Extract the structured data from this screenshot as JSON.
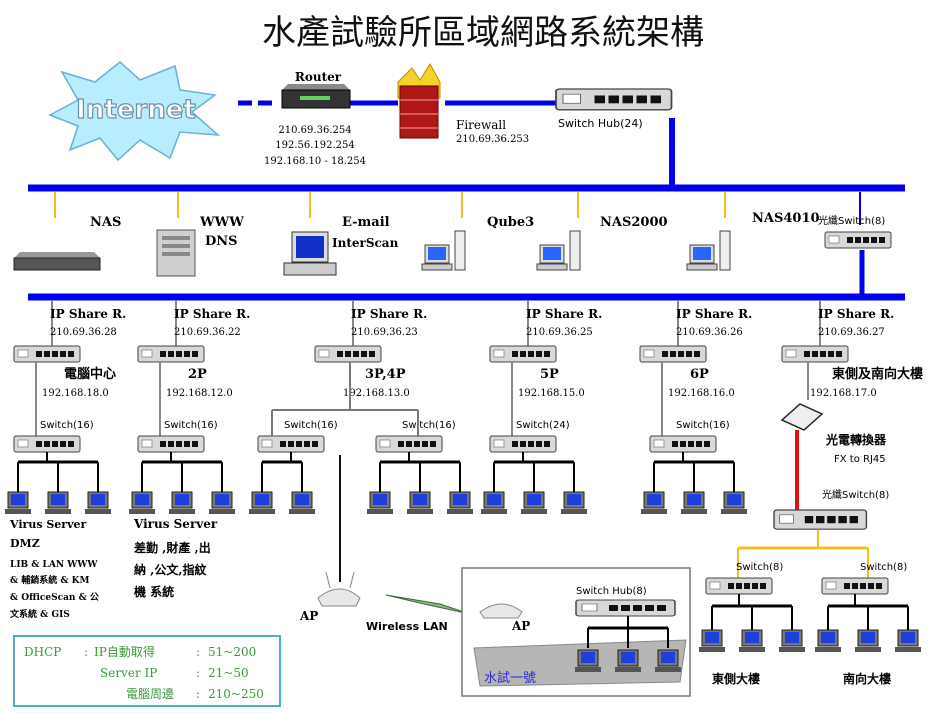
{
  "title": "水產試驗所區域網路系統架構",
  "internet": {
    "label": "Internet"
  },
  "router": {
    "label": "Router",
    "ips": [
      "210.69.36.254",
      "192.56.192.254",
      "192.168.10 - 18.254"
    ]
  },
  "firewall": {
    "label": "Firewall",
    "ip": "210.69.36.253"
  },
  "top_hub": {
    "label": "Switch Hub(24)"
  },
  "servers": {
    "nas": "NAS",
    "www": "WWW",
    "dns": "DNS",
    "email": "E-mail",
    "interscan": "InterScan",
    "qube3": "Qube3",
    "nas2000": "NAS2000",
    "nas4010": "NAS4010",
    "fiber_switch_top": "光纖Switch(8)"
  },
  "ip_share": [
    {
      "label": "IP Share R.",
      "ip": "210.69.36.28",
      "dept": "電腦中心",
      "subnet": "192.168.18.0",
      "switch": "Switch(16)"
    },
    {
      "label": "IP Share R.",
      "ip": "210.69.36.22",
      "dept": "2P",
      "subnet": "192.168.12.0",
      "switch": "Switch(16)"
    },
    {
      "label": "IP Share R.",
      "ip": "210.69.36.23",
      "dept": "3P,4P",
      "subnet": "192.168.13.0",
      "switch": "Switch(16)",
      "switch2": "Switch(16)"
    },
    {
      "label": "IP Share R.",
      "ip": "210.69.36.25",
      "dept": "5P",
      "subnet": "192.168.15.0",
      "switch": "Switch(24)"
    },
    {
      "label": "IP Share R.",
      "ip": "210.69.36.26",
      "dept": "6P",
      "subnet": "192.168.16.0",
      "switch": "Switch(16)"
    },
    {
      "label": "IP Share R.",
      "ip": "210.69.36.27",
      "dept": "東側及南向大樓",
      "subnet": "192.168.17.0"
    }
  ],
  "virus1": {
    "lines": [
      "Virus Server",
      "DMZ",
      "LIB & LAN WWW",
      "& 輔銷系統 & KM",
      "& OfficeScan & 公",
      "文系統 & GIS"
    ]
  },
  "virus2": {
    "lines": [
      "Virus Server",
      "差勤 ,財產 ,出",
      "納 ,公文,指紋",
      "機 系統"
    ]
  },
  "converter": {
    "label": "光電轉換器",
    "sub": "FX to RJ45"
  },
  "fiber_switch_bottom": "光纖Switch(8)",
  "east_switches": [
    "Switch(8)",
    "Switch(8)"
  ],
  "buildings": [
    "東側大樓",
    "南向大樓"
  ],
  "ap_left": "AP",
  "wireless": "Wireless LAN",
  "ap_boat": "AP",
  "boat_hub": "Switch Hub(8)",
  "boat_name": "水試一號",
  "legend": {
    "rows": [
      {
        "k": "DHCP",
        "v": "IP自動取得",
        "r": "51~200"
      },
      {
        "k": "Server IP",
        "v": "",
        "r": "21~50"
      },
      {
        "k": "電腦周邊",
        "v": "",
        "r": "210~250"
      }
    ]
  },
  "colors": {
    "backbone": "#0000ee",
    "fiber": "#e01010",
    "yellow": "#f0c020",
    "legend_text": "#3a9a3a",
    "legend_border": "#55aacc"
  }
}
